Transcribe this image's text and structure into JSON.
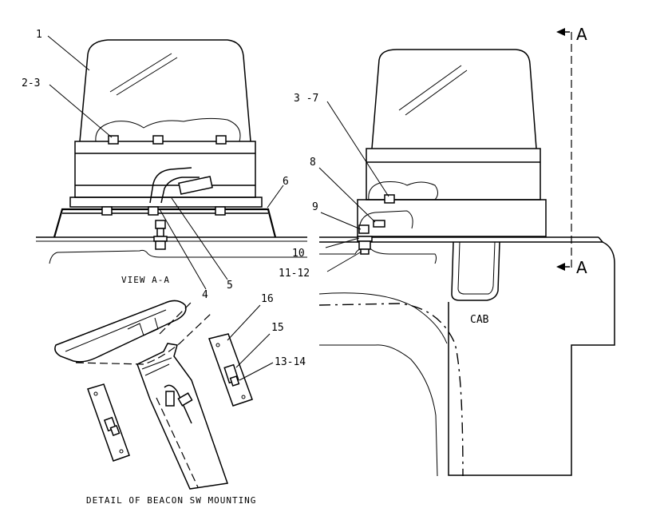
{
  "left_view": {
    "caption": "VIEW A-A",
    "callouts": [
      "1",
      "2-3",
      "4",
      "5",
      "6"
    ]
  },
  "right_view": {
    "callouts": [
      "3 -7",
      "8",
      "9",
      "10",
      "11-12"
    ],
    "section_mark": "A",
    "cab_label": "CAB"
  },
  "detail_view": {
    "caption": "DETAIL OF BEACON SW MOUNTING",
    "callouts": [
      "16",
      "15",
      "13-14"
    ]
  }
}
